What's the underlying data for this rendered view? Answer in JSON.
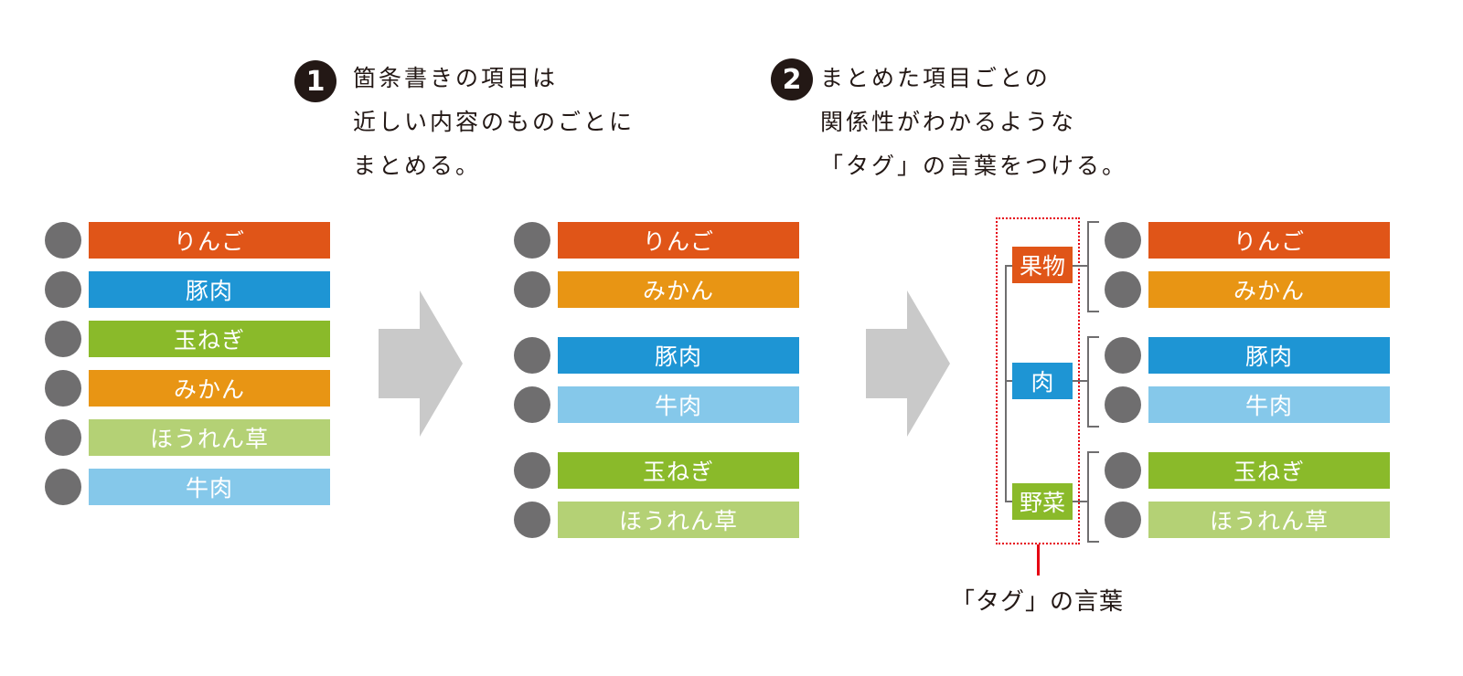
{
  "colors": {
    "orange_red": "#e05518",
    "blue": "#1e95d4",
    "green": "#8aba2a",
    "orange": "#e89514",
    "light_green": "#b4d175",
    "light_blue": "#85c8ea",
    "bullet_gray": "#6f6e6f",
    "arrow_gray": "#c9c9c9",
    "tag_frame_red": "#e60012"
  },
  "steps": [
    {
      "number": "1",
      "lines": [
        "箇条書きの項目は",
        "近しい内容のものごとに",
        "まとめる。"
      ]
    },
    {
      "number": "2",
      "lines": [
        "まとめた項目ごとの",
        "関係性がわかるような",
        "「タグ」の言葉をつける。"
      ]
    }
  ],
  "list_original": [
    {
      "label": "りんご",
      "color": "#e05518"
    },
    {
      "label": "豚肉",
      "color": "#1e95d4"
    },
    {
      "label": "玉ねぎ",
      "color": "#8aba2a"
    },
    {
      "label": "みかん",
      "color": "#e89514"
    },
    {
      "label": "ほうれん草",
      "color": "#b4d175"
    },
    {
      "label": "牛肉",
      "color": "#85c8ea"
    }
  ],
  "list_grouped": [
    {
      "label": "りんご",
      "color": "#e05518"
    },
    {
      "label": "みかん",
      "color": "#e89514"
    },
    {
      "label": "豚肉",
      "color": "#1e95d4"
    },
    {
      "label": "牛肉",
      "color": "#85c8ea"
    },
    {
      "label": "玉ねぎ",
      "color": "#8aba2a"
    },
    {
      "label": "ほうれん草",
      "color": "#b4d175"
    }
  ],
  "tags": [
    {
      "label": "果物",
      "color": "#e05518"
    },
    {
      "label": "肉",
      "color": "#1e95d4"
    },
    {
      "label": "野菜",
      "color": "#8aba2a"
    }
  ],
  "list_tagged": [
    {
      "label": "りんご",
      "color": "#e05518"
    },
    {
      "label": "みかん",
      "color": "#e89514"
    },
    {
      "label": "豚肉",
      "color": "#1e95d4"
    },
    {
      "label": "牛肉",
      "color": "#85c8ea"
    },
    {
      "label": "玉ねぎ",
      "color": "#8aba2a"
    },
    {
      "label": "ほうれん草",
      "color": "#b4d175"
    }
  ],
  "tag_caption": "「タグ」の言葉"
}
